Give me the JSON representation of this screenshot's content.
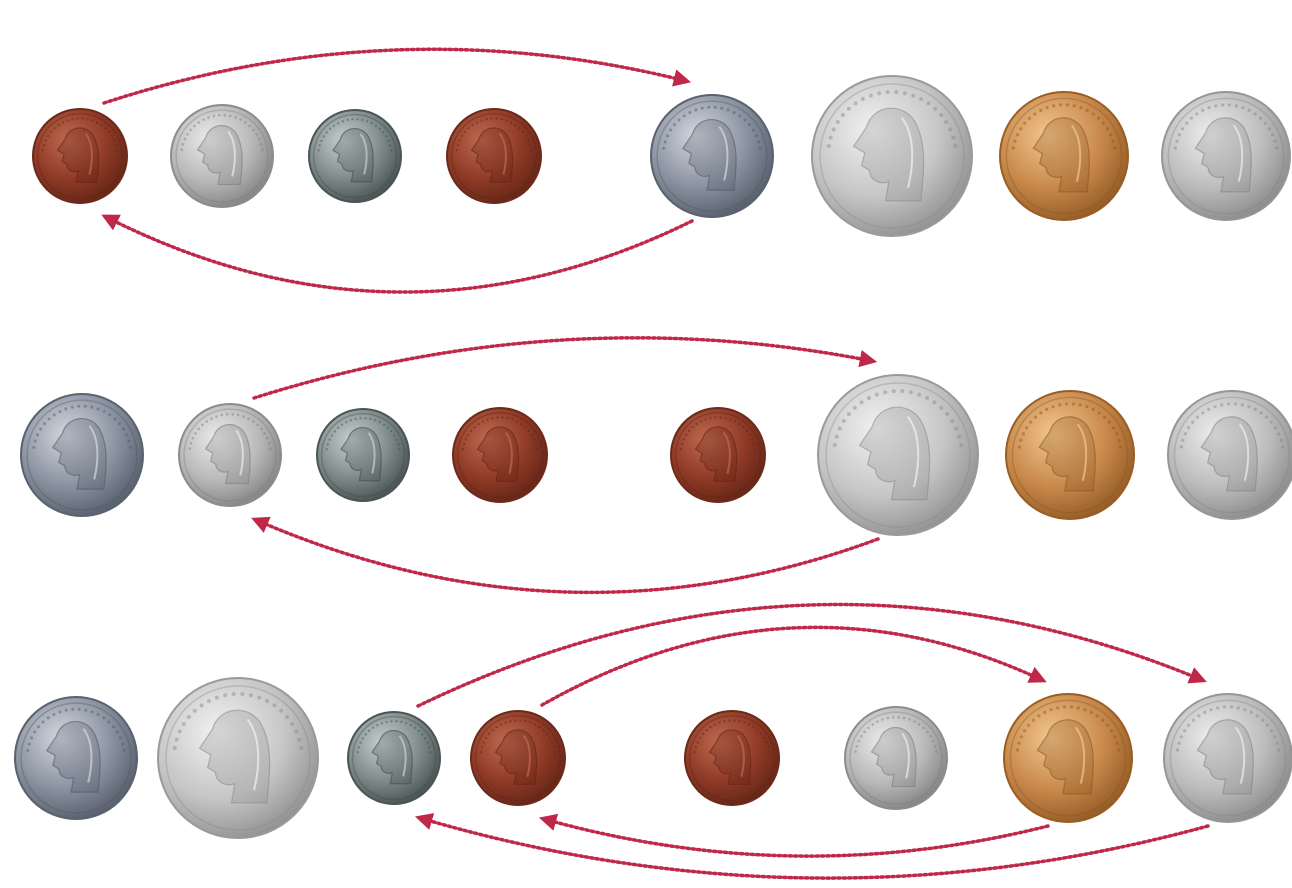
{
  "arrow_color": "#c0284a",
  "coin_colors": {
    "penny": {
      "base": "#8e3a26",
      "light": "#c06a50",
      "dark": "#5e2214",
      "rim": "#6b2a1a"
    },
    "nickel": {
      "base": "#b8b8b8",
      "light": "#ececec",
      "dark": "#7a7a7a",
      "rim": "#8c8c8c"
    },
    "dime": {
      "base": "#7e8a8a",
      "light": "#c8d0d0",
      "dark": "#3e4848",
      "rim": "#4a5656"
    },
    "quarter": {
      "base": "#8a92a0",
      "light": "#d4d8e0",
      "dark": "#4e5664",
      "rim": "#5a6270"
    },
    "half_dollar": {
      "base": "#c6c6c6",
      "light": "#f2f2f2",
      "dark": "#888888",
      "rim": "#9a9a9a"
    },
    "golden_dollar": {
      "base": "#c8884a",
      "light": "#f2c890",
      "dark": "#8a5420",
      "rim": "#9a5e24"
    },
    "susan_b_anthony_dollar": {
      "base": "#bcbcbc",
      "light": "#eeeeee",
      "dark": "#828282",
      "rim": "#969696"
    }
  },
  "rows": [
    {
      "coins": [
        "penny",
        "nickel",
        "dime",
        "penny",
        "quarter",
        "half_dollar",
        "golden_dollar",
        "susan_b_anthony_dollar"
      ],
      "swaps": [
        [
          0,
          4
        ]
      ]
    },
    {
      "coins": [
        "quarter",
        "nickel",
        "dime",
        "penny",
        "penny",
        "half_dollar",
        "golden_dollar",
        "susan_b_anthony_dollar"
      ],
      "swaps": [
        [
          1,
          5
        ]
      ]
    },
    {
      "coins": [
        "quarter",
        "half_dollar",
        "dime",
        "penny",
        "penny",
        "nickel",
        "golden_dollar",
        "susan_b_anthony_dollar"
      ],
      "swaps": [
        [
          2,
          7
        ],
        [
          3,
          6
        ]
      ]
    }
  ]
}
